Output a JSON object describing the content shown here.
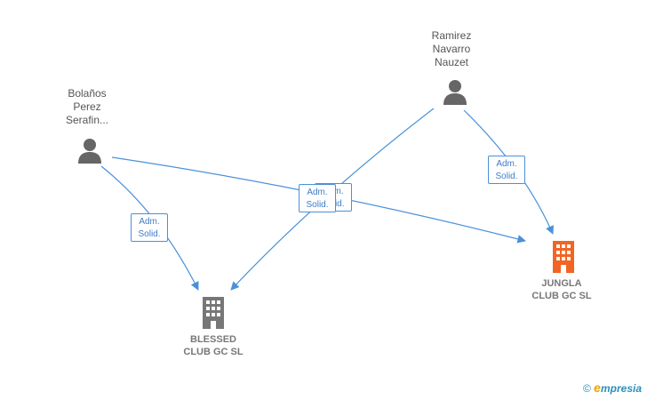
{
  "persons": [
    {
      "id": "bolanos",
      "label": "Bolaños\nPerez\nSerafin..."
    },
    {
      "id": "ramirez",
      "label": "Ramirez\nNavarro\nNauzet"
    }
  ],
  "companies": [
    {
      "id": "blessed",
      "label": "BLESSED\nCLUB GC  SL",
      "color": "#777777"
    },
    {
      "id": "jungla",
      "label": "JUNGLA\nCLUB GC  SL",
      "color": "#f26522"
    }
  ],
  "edges": [
    {
      "from": "bolanos",
      "to": "blessed",
      "label": "Adm.\nSolid."
    },
    {
      "from": "bolanos",
      "to": "jungla",
      "label": "Adm.\nSolid."
    },
    {
      "from": "ramirez",
      "to": "blessed",
      "label": "Adm.\nSolid."
    },
    {
      "from": "ramirez",
      "to": "jungla",
      "label": "Adm.\nSolid."
    }
  ],
  "colors": {
    "edge": "#4a90d9",
    "person_icon": "#666666"
  },
  "watermark": {
    "symbol": "©",
    "brand_initial": "e",
    "brand_rest": "mpresia"
  }
}
